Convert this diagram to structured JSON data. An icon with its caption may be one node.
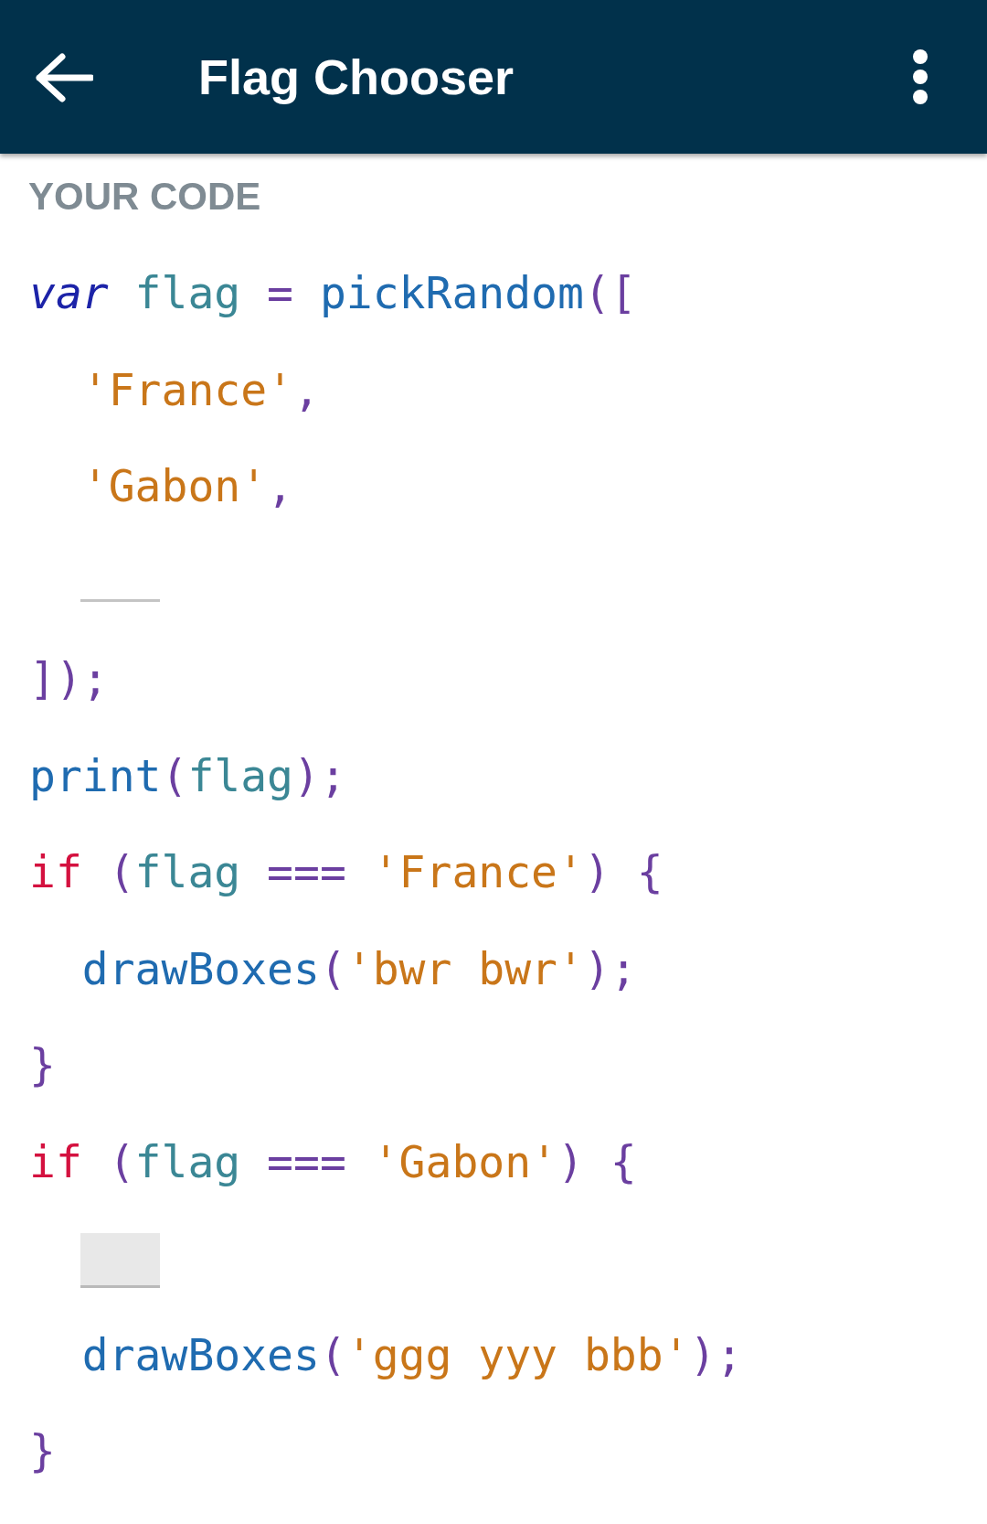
{
  "diagram": {
    "title": "Flag Chooser",
    "labels": [
      "YOUR CODE",
      "var flag = pickRandom([",
      "  'France',",
      "  'Gabon',",
      "]);",
      "print(flag);",
      "if (flag === 'France') {",
      "  drawBoxes('bwr bwr');",
      "}",
      "if (flag === 'Gabon') {",
      "  drawBoxes('ggg yyy bbb');",
      "}"
    ]
  }
}
